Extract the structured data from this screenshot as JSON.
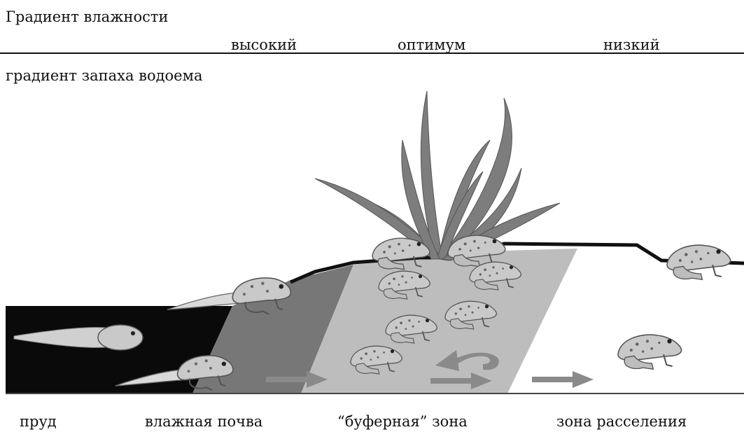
{
  "header": {
    "title": "Градиент влажности",
    "levels": {
      "high": "высокий",
      "optimum": "оптимум",
      "low": "низкий"
    },
    "odor_label": "градиент запаха водоема"
  },
  "zones": {
    "pond": "пруд",
    "wet_soil": "влажная почва",
    "buffer": "“буферная” зона",
    "dispersal": "зона расселения"
  },
  "colors": {
    "pond": "#0a0a0a",
    "wet_soil": "#777777",
    "buffer": "#bdbdbd",
    "grass": "#7d7d7d",
    "frog": "#c9c9c9",
    "arrow": "#8a8a8a"
  }
}
